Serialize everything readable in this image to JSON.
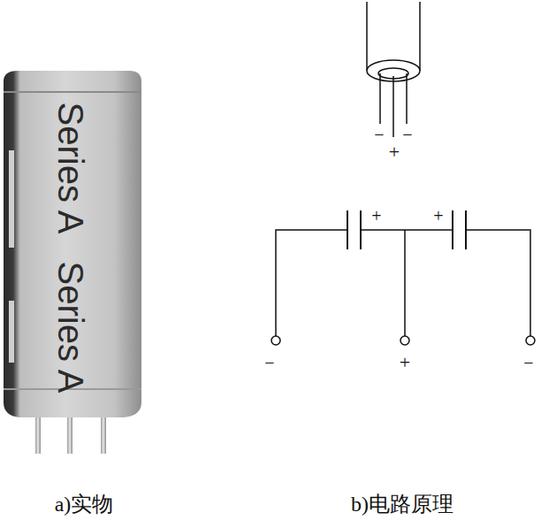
{
  "diagram": {
    "labels": [
      "Series A",
      "Series A",
      "−",
      "−",
      "+",
      "+",
      "+",
      "−",
      "+",
      "−",
      "a)实物",
      "b)电路原理"
    ]
  }
}
